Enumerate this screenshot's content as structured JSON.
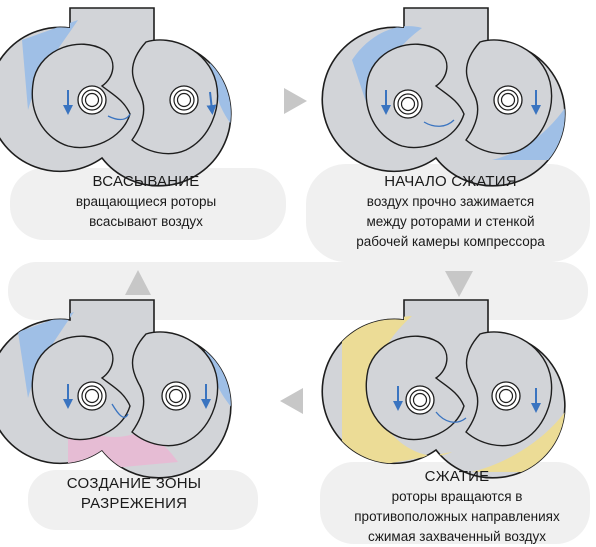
{
  "colors": {
    "body_fill": "#d2d4d8",
    "outline": "#1e1e1e",
    "suction_blue": "#9fbfe6",
    "compression_yellow": "#ecdc96",
    "vacuum_pink": "#e6bcd4",
    "arrow_gray": "#c7c7c7",
    "rotation_arrow_blue": "#3a74c0",
    "background_blob": "#f0f0f0"
  },
  "stages": [
    {
      "title": "ВСАСЫВАНИЕ",
      "lines": [
        "вращающиеся роторы",
        "всасывают воздух"
      ]
    },
    {
      "title": "НАЧАЛО СЖАТИЯ",
      "lines": [
        "воздух прочно зажимается",
        "между роторами и стенкой",
        "рабочей камеры компрессора"
      ]
    },
    {
      "title": "СЖАТИЕ",
      "lines": [
        "роторы вращаются в",
        "противоположных направлениях",
        "сжимая захваченный воздух"
      ]
    },
    {
      "title": "СОЗДАНИЕ ЗОНЫ",
      "lines": [
        "РАЗРЕЖЕНИЯ"
      ]
    }
  ],
  "flow_arrows": [
    {
      "direction": "right",
      "from": "ВСАСЫВАНИЕ",
      "to": "НАЧАЛО СЖАТИЯ"
    },
    {
      "direction": "down",
      "from": "НАЧАЛО СЖАТИЯ",
      "to": "СЖАТИЕ"
    },
    {
      "direction": "left",
      "from": "СЖАТИЕ",
      "to": "СОЗДАНИЕ ЗОНЫ РАЗРЕЖЕНИЯ"
    },
    {
      "direction": "up",
      "from": "СОЗДАНИЕ ЗОНЫ РАЗРЕЖЕНИЯ",
      "to": "ВСАСЫВАНИЕ"
    }
  ]
}
